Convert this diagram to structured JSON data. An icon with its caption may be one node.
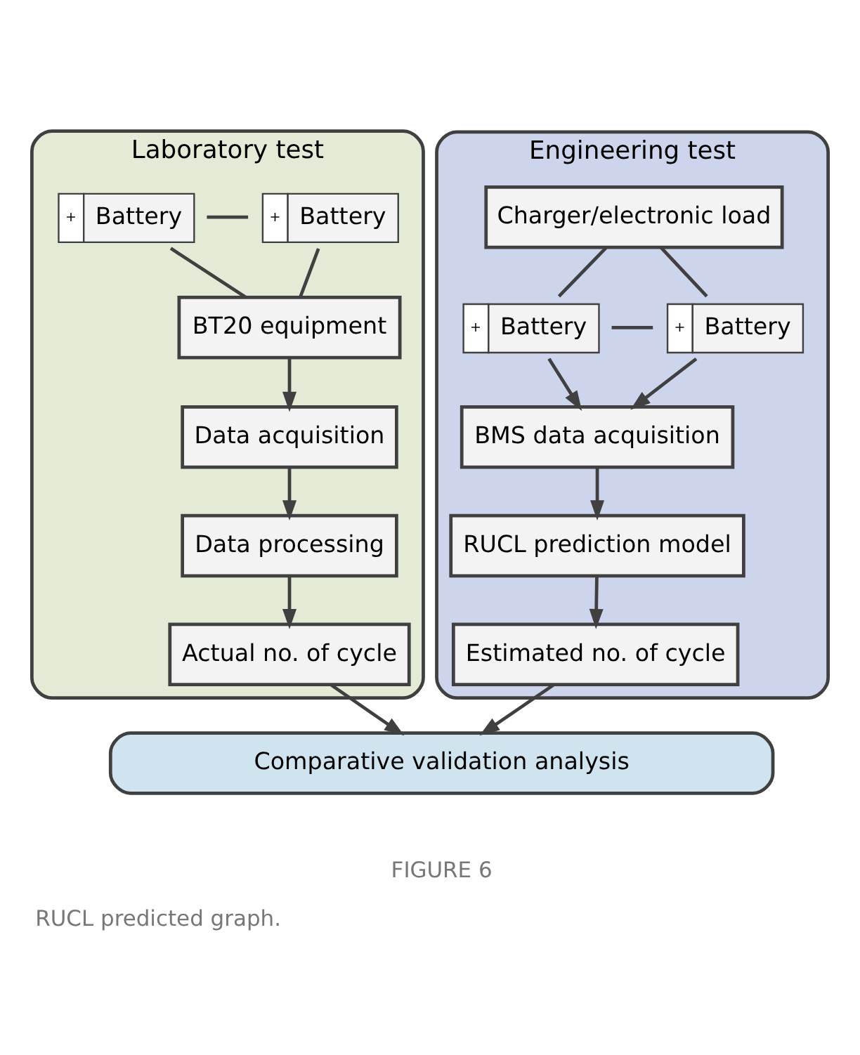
{
  "diagram": {
    "caption": "RUCL predicted graph.",
    "nodes": [
      {
        "text": [
          "Laboratory test"
        ]
      },
      {
        "text": [
          "Battery"
        ],
        "in": 0,
        "beside": [
          "+"
        ]
      },
      {
        "text": [
          "Battery"
        ],
        "in": 0,
        "beside": [
          "+"
        ]
      },
      {
        "text": [
          "BT20 equipment"
        ],
        "in": 0
      },
      {
        "text": [
          "Data acquisition"
        ],
        "in": 0
      },
      {
        "text": [
          "Data processing"
        ],
        "in": 0
      },
      {
        "text": [
          "Actual no. of cycle"
        ],
        "in": 0
      },
      {
        "text": [
          "Engineering test"
        ]
      },
      {
        "text": [
          "Charger/electronic load"
        ],
        "in": 7
      },
      {
        "text": [
          "Battery"
        ],
        "in": 7,
        "beside": [
          "+"
        ]
      },
      {
        "text": [
          "Battery"
        ],
        "in": 7,
        "beside": [
          "+"
        ]
      },
      {
        "text": [
          "BMS data acquisition"
        ],
        "in": 7
      },
      {
        "text": [
          "RUCL prediction model"
        ],
        "in": 7
      },
      {
        "text": [
          "Estimated no. of cycle"
        ],
        "in": 7
      },
      {
        "text": [
          "Comparative validation analysis"
        ]
      }
    ],
    "edges": [
      {
        "from": 1,
        "to": 2,
        "arrow": "none"
      },
      {
        "from": 1,
        "to": 3,
        "arrow": "none"
      },
      {
        "from": 2,
        "to": 3,
        "arrow": "none"
      },
      {
        "from": 3,
        "to": 4,
        "arrow": "to"
      },
      {
        "from": 4,
        "to": 5,
        "arrow": "to"
      },
      {
        "from": 5,
        "to": 6,
        "arrow": "to"
      },
      {
        "from": 6,
        "to": 14,
        "arrow": "to"
      },
      {
        "from": 8,
        "to": 9,
        "arrow": "none"
      },
      {
        "from": 8,
        "to": 10,
        "arrow": "none"
      },
      {
        "from": 9,
        "to": 10,
        "arrow": "none"
      },
      {
        "from": 9,
        "to": 11,
        "arrow": "to"
      },
      {
        "from": 10,
        "to": 11,
        "arrow": "to"
      },
      {
        "from": 11,
        "to": 12,
        "arrow": "to"
      },
      {
        "from": 12,
        "to": 13,
        "arrow": "to"
      },
      {
        "from": 13,
        "to": 14,
        "arrow": "to"
      }
    ],
    "labels": [
      "FIGURE 6"
    ]
  }
}
